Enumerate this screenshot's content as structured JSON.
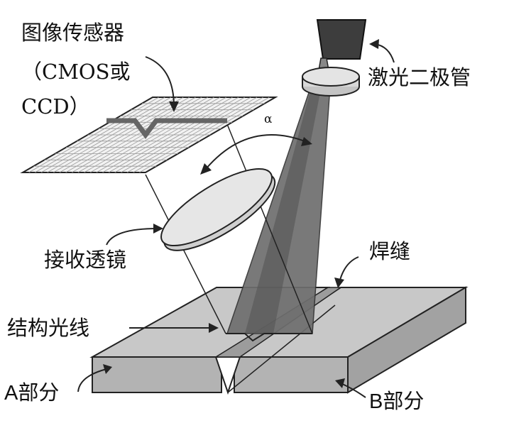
{
  "labels": {
    "image_sensor_line1": "图像传感器",
    "image_sensor_line2": "（CMOS或",
    "image_sensor_line3": "CCD）",
    "laser_diode": "激光二极管",
    "angle": "α",
    "receiving_lens": "接收透镜",
    "weld_seam": "焊缝",
    "structured_light": "结构光线",
    "part_a": "A部分",
    "part_b": "B部分"
  },
  "colors": {
    "outline": "#222222",
    "sensor_fill": "#f2f2f2",
    "sensor_grid": "#9a9a9a",
    "lens_fill": "#e6e6e6",
    "beam_fill": "#6e6e6e",
    "beam_dark": "#555555",
    "laser_body": "#3d3d3d",
    "laser_collar": "#d8d8d8",
    "plate_top": "#c8c8c8",
    "plate_front": "#b3b3b3",
    "plate_side": "#a2a2a2"
  }
}
